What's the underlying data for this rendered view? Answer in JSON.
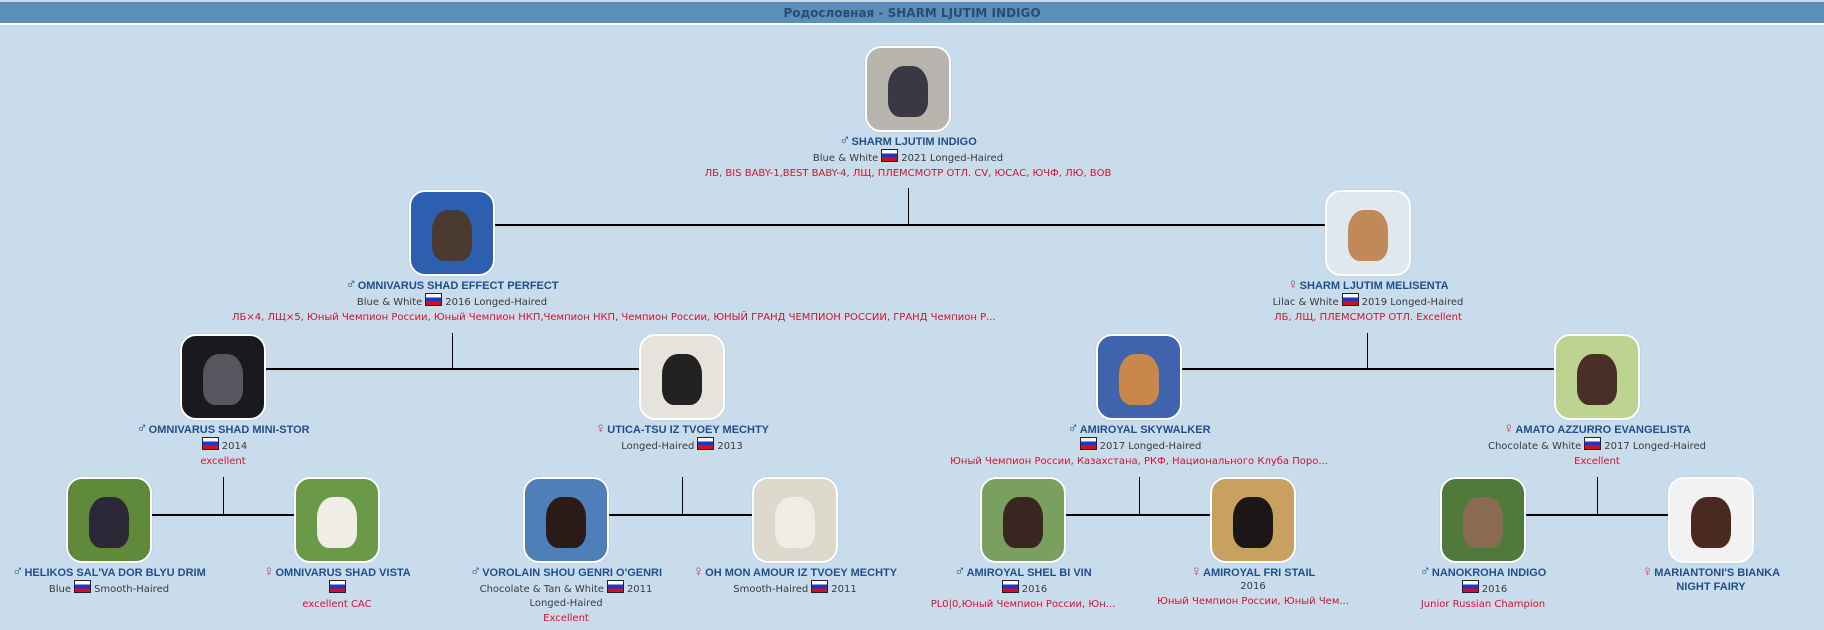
{
  "header": {
    "title": "Родословная - SHARM LJUTIM INDIGO"
  },
  "colors": {
    "header_bg": "#5b8fba",
    "page_bg": "#c9dcec",
    "male": "#1f4f8a",
    "female": "#c8385a",
    "titles": "#d8102a"
  },
  "nodes": [
    {
      "sex": "male",
      "sex_symbol": "♂",
      "name": "SHARM LJUTIM INDIGO",
      "info_before": "Blue & White",
      "flag": true,
      "info_after": "2021 Longed-Haired",
      "info2": "",
      "titles": "ЛБ, BIS BABY-1,BEST BABY-4, ЛЩ, ПЛЕМСМОТР ОТЛ. CV, ЮСАС, ЮЧФ, ЛЮ, ВОВ"
    },
    {
      "sex": "male",
      "sex_symbol": "♂",
      "name": "OMNIVARUS SHAD EFFECT PERFECT",
      "info_before": "Blue & White",
      "flag": true,
      "info_after": "2016 Longed-Haired",
      "info2": "",
      "titles": "ЛБ×4, ЛЩ×5, Юный Чемпион России, Юный Чемпион НКП,Чемпион НКП, Чемпион России, ЮНЫЙ ГРАНД ЧЕМПИОН РОССИИ, ГРАНД Чемпион Р..."
    },
    {
      "sex": "female",
      "sex_symbol": "♀",
      "name": "SHARM LJUTIM MELISENTA",
      "info_before": "Lilac & White",
      "flag": true,
      "info_after": "2019 Longed-Haired",
      "info2": "",
      "titles": "ЛБ, ЛЩ, ПЛЕМСМОТР ОТЛ. Excellent"
    },
    {
      "sex": "male",
      "sex_symbol": "♂",
      "name": "OMNIVARUS SHAD MINI-STOR",
      "info_before": "",
      "flag": true,
      "info_after": "2014",
      "info2": "",
      "titles": "excellent"
    },
    {
      "sex": "female",
      "sex_symbol": "♀",
      "name": "UTICA-TSU IZ TVOEY MECHTY",
      "info_before": "Longed-Haired",
      "flag": true,
      "info_after": "2013",
      "info2": "",
      "titles": ""
    },
    {
      "sex": "male",
      "sex_symbol": "♂",
      "name": "AMIROYAL SKYWALKER",
      "info_before": "",
      "flag": true,
      "info_after": "2017 Longed-Haired",
      "info2": "",
      "titles": "Юный Чемпион России, Казахстана, РКФ, Национального Клуба Поро..."
    },
    {
      "sex": "female",
      "sex_symbol": "♀",
      "name": "AMATO AZZURRO EVANGELISTA",
      "info_before": "Chocolate & White",
      "flag": true,
      "info_after": "2017 Longed-Haired",
      "info2": "",
      "titles": "Excellent"
    },
    {
      "sex": "male",
      "sex_symbol": "♂",
      "name": "HELIKOS SAL'VA DOR BLYU DRIM",
      "info_before": "Blue",
      "flag": true,
      "info_after": "Smooth-Haired",
      "info2": "",
      "titles": ""
    },
    {
      "sex": "female",
      "sex_symbol": "♀",
      "name": "OMNIVARUS SHAD VISTA",
      "info_before": "",
      "flag": true,
      "info_after": "",
      "info2": "",
      "titles": "excellent CAC"
    },
    {
      "sex": "male",
      "sex_symbol": "♂",
      "name": "VOROLAIN SHOU GENRI O'GENRI",
      "info_before": "Chocolate & Tan & White",
      "flag": true,
      "info_after": "2011",
      "info2": "Longed-Haired",
      "titles": "Excellent"
    },
    {
      "sex": "female",
      "sex_symbol": "♀",
      "name": "OH MON AMOUR IZ TVOEY MECHTY",
      "info_before": "Smooth-Haired",
      "flag": true,
      "info_after": "2011",
      "info2": "",
      "titles": ""
    },
    {
      "sex": "male",
      "sex_symbol": "♂",
      "name": "AMIROYAL SHEL BI VIN",
      "info_before": "",
      "flag": true,
      "info_after": "2016",
      "info2": "",
      "titles": "PL0|0,Юный Чемпион России, Юн..."
    },
    {
      "sex": "female",
      "sex_symbol": "♀",
      "name": "AMIROYAL FRI STAIL",
      "info_before": "",
      "flag": false,
      "info_after": "2016",
      "info2": "",
      "titles": "Юный Чемпион России, Юный Чем..."
    },
    {
      "sex": "male",
      "sex_symbol": "♂",
      "name": "NANOKROHA INDIGO",
      "info_before": "",
      "flag": true,
      "info_after": "2016",
      "info2": "",
      "titles": "Junior Russian Champion"
    },
    {
      "sex": "female",
      "sex_symbol": "♀",
      "name": "MARIANTONI'S BIANKA NIGHT FAIRY",
      "info_before": "",
      "flag": false,
      "info_after": "",
      "info2": "",
      "titles": ""
    }
  ]
}
